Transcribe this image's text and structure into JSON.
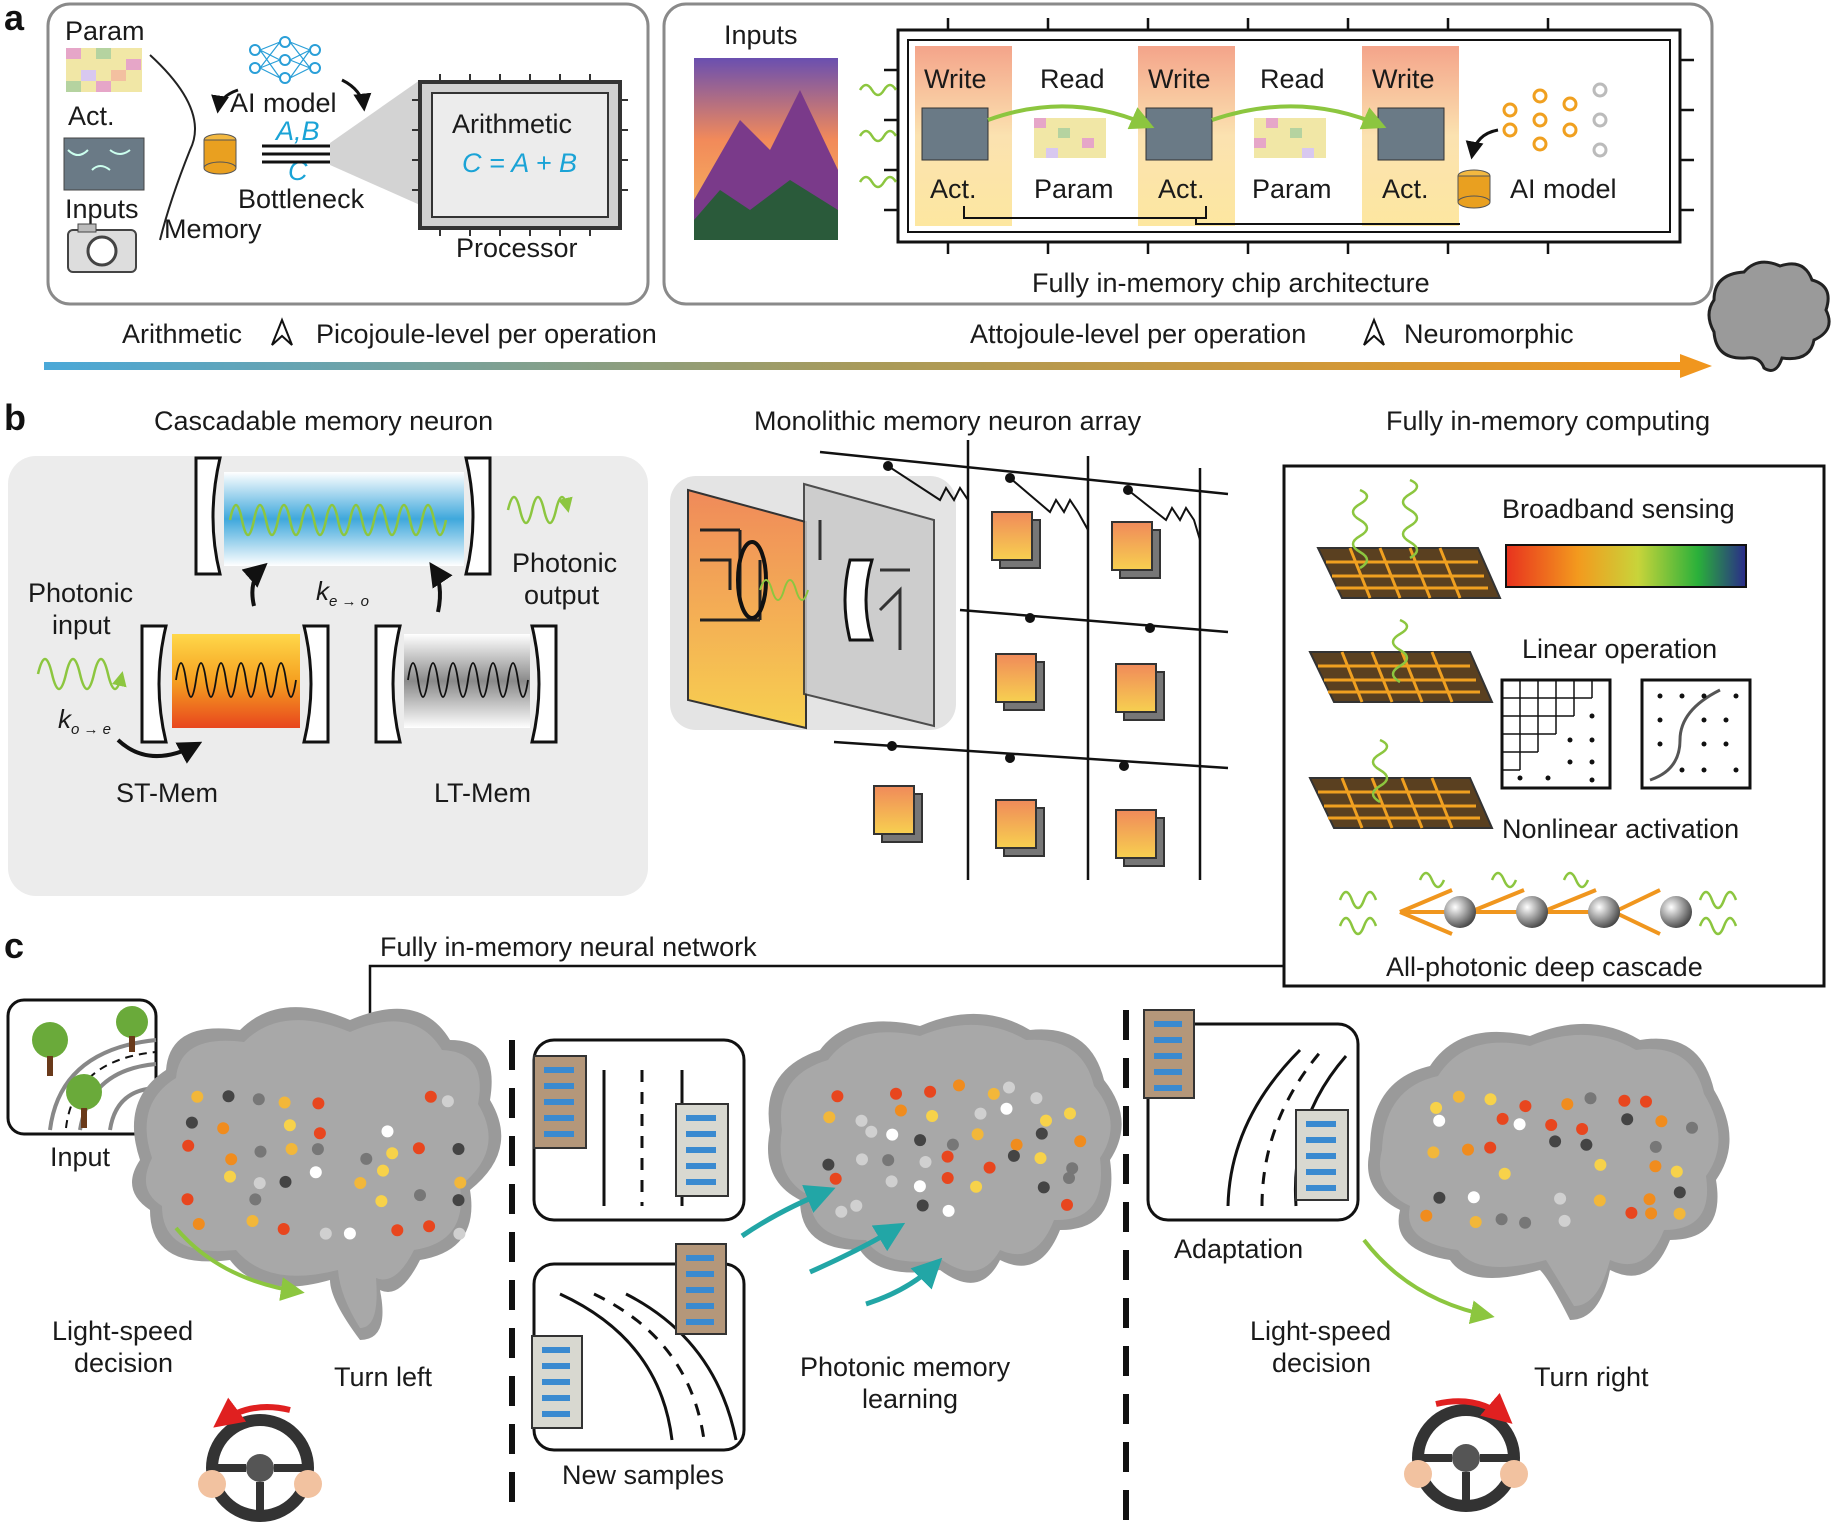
{
  "panel_a": {
    "letter": "a",
    "param": "Param",
    "act": "Act.",
    "inputs": "Inputs",
    "ai_model": "AI model",
    "ab": "A,B",
    "c": "C",
    "bottleneck": "Bottleneck",
    "memory": "Memory",
    "arithmetic": "Arithmetic",
    "equation": "C = A + B",
    "processor": "Processor",
    "right_inputs": "Inputs",
    "write": "Write",
    "read": "Read",
    "act_cell": "Act.",
    "param_cell": "Param",
    "right_ai_model": "AI model",
    "caption": "Fully in-memory chip architecture",
    "arrow_arithmetic": "Arithmetic",
    "arrow_pico": "Picojoule-level per operation",
    "arrow_atto": "Attojoule-level per operation",
    "arrow_neuro": "Neuromorphic"
  },
  "panel_b": {
    "letter": "b",
    "title_left": "Cascadable memory neuron",
    "title_mid": "Monolithic memory neuron array",
    "title_right": "Fully in-memory computing",
    "photonic_input": [
      "Photonic",
      "input"
    ],
    "photonic_output": [
      "Photonic",
      "output"
    ],
    "k_eo": "k",
    "k_eo_sub": "e → o",
    "k_oe": "k",
    "k_oe_sub": "o → e",
    "st_mem": "ST-Mem",
    "lt_mem": "LT-Mem",
    "broadband": "Broadband sensing",
    "linear": "Linear operation",
    "nonlinear": "Nonlinear activation",
    "cascade": "All-photonic deep cascade"
  },
  "panel_c": {
    "letter": "c",
    "fimnn": "Fully in-memory neural network",
    "input": "Input",
    "light_speed_left": [
      "Light-speed",
      "decision"
    ],
    "turn_left": "Turn left",
    "new_samples": "New samples",
    "pml": [
      "Photonic memory",
      "learning"
    ],
    "adaptation": "Adaptation",
    "light_speed_right": [
      "Light-speed",
      "decision"
    ],
    "turn_right": "Turn right"
  },
  "colors": {
    "frame": "#8a8a8a",
    "green": "#8cc63f",
    "cyan": "#1aa3d6",
    "teal": "#22a6a6",
    "orange": "#f08c1e",
    "brain": "#9a9a9a",
    "write_bg": "#f2b39a",
    "act_bg": "#fde7a0"
  }
}
